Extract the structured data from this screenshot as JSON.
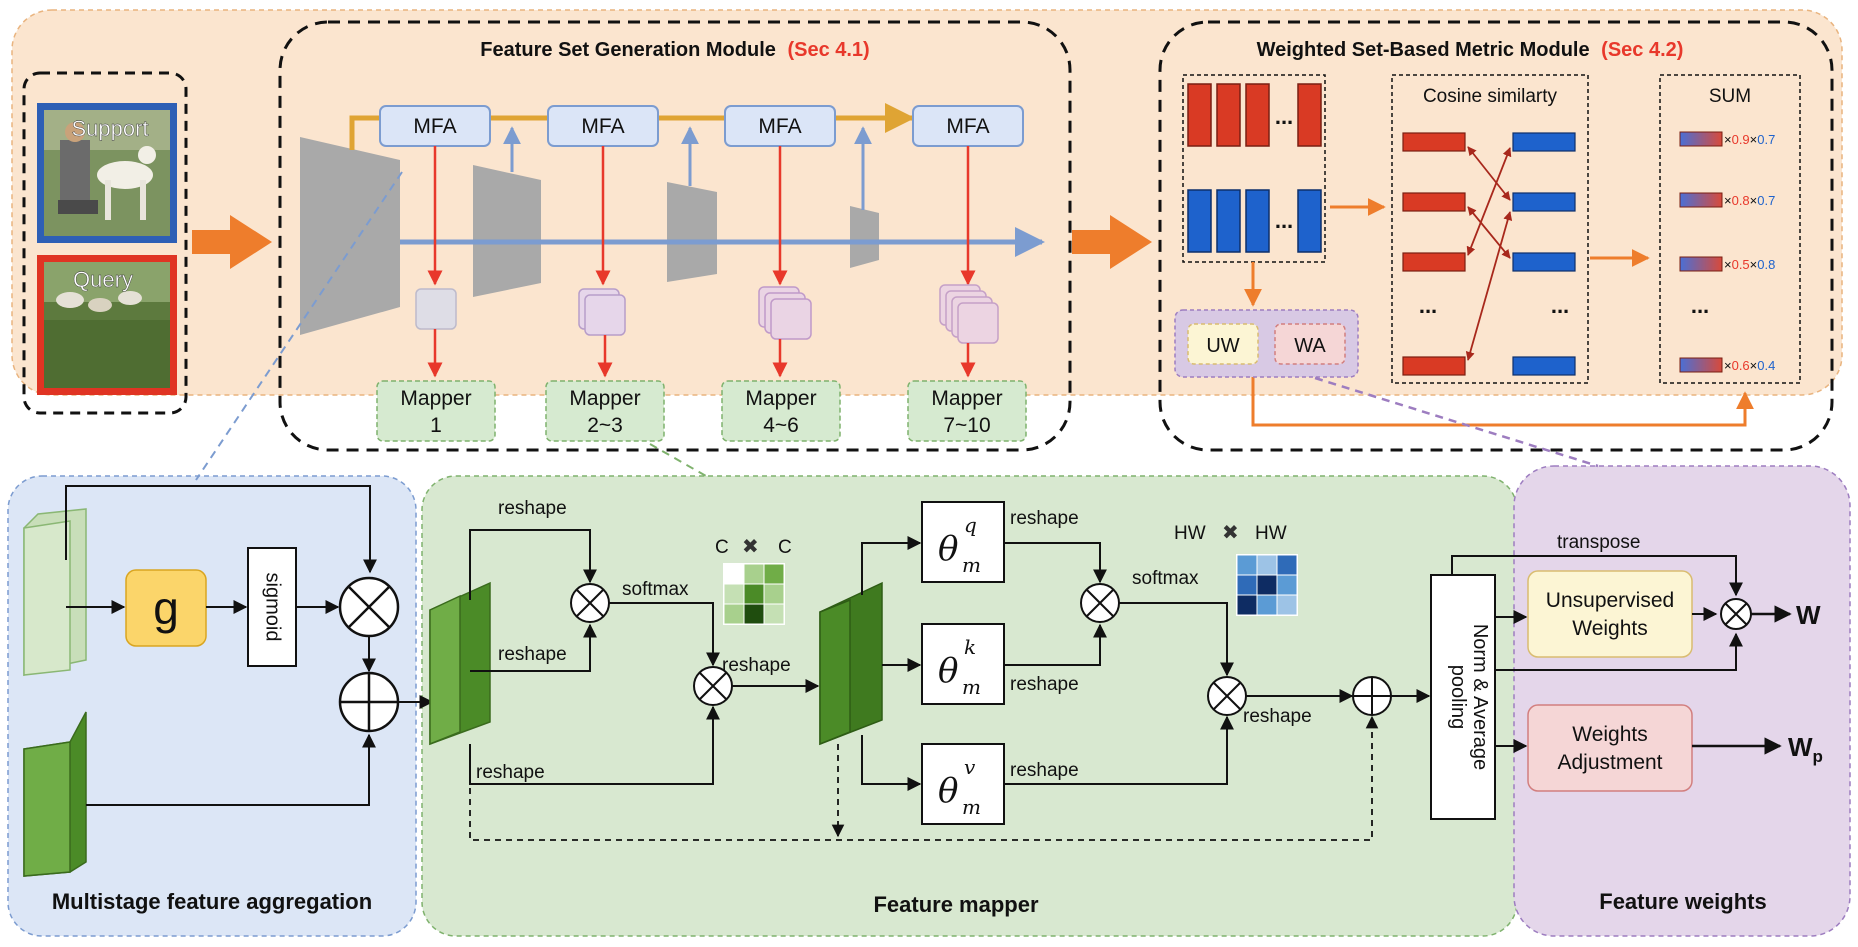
{
  "top": {
    "fsg_title": "Feature Set Generation Module",
    "fsg_sec": "(Sec 4.1)",
    "wsb_title": "Weighted Set-Based Metric Module",
    "wsb_sec": "(Sec 4.2)"
  },
  "inputs": {
    "support_label": "Support",
    "query_label": "Query"
  },
  "mfa_label": "MFA",
  "mappers": [
    {
      "line1": "Mapper",
      "line2": "1"
    },
    {
      "line1": "Mapper",
      "line2": "2~3"
    },
    {
      "line1": "Mapper",
      "line2": "4~6"
    },
    {
      "line1": "Mapper",
      "line2": "7~10"
    }
  ],
  "metric": {
    "cosine_title": "Cosine similarty",
    "sum_title": "SUM",
    "uw_label": "UW",
    "wa_label": "WA",
    "dots": "...",
    "weights": [
      {
        "times": "×",
        "a": "0.9",
        "b": "0.7"
      },
      {
        "times": "×",
        "a": "0.8",
        "b": "0.7"
      },
      {
        "times": "×",
        "a": "0.5",
        "b": "0.8"
      },
      {
        "times": "×",
        "a": "0.6",
        "b": "0.4"
      }
    ]
  },
  "mfa_panel": {
    "title": "Multistage feature aggregation",
    "g_label": "g",
    "sigmoid_label": "sigmoid"
  },
  "mapper_panel": {
    "title": "Feature mapper",
    "reshape": "reshape",
    "softmax": "softmax",
    "c_label": "C",
    "hw_label": "HW",
    "cross": "✖",
    "theta": "θ",
    "sub_m": "m",
    "sup_q": "q",
    "sup_k": "k",
    "sup_v": "v"
  },
  "weights_panel": {
    "title": "Feature weights",
    "transpose": "transpose",
    "norm_line1": "Norm  &  Average",
    "norm_line2": "pooling",
    "unsup_line1": "Unsupervised",
    "unsup_line2": "Weights",
    "adj_line1": "Weights",
    "adj_line2": "Adjustment",
    "w_label": "W",
    "wp_main": "W",
    "wp_sub": "p"
  },
  "colors": {
    "top_bg": "#fbe5cf",
    "blue_panel": "#dce6f6",
    "green_panel": "#d8e8d0",
    "purple_panel": "#e4d6ea",
    "accent_red": "#e8382b",
    "accent_orange": "#ee7d2c",
    "arrow_blue": "#7c9cd0",
    "arrow_gold": "#dfa434",
    "feature_red": "#d93a24",
    "feature_blue": "#1e62cc",
    "dark_green": "#4b8b27",
    "light_green": "#70ad47"
  }
}
